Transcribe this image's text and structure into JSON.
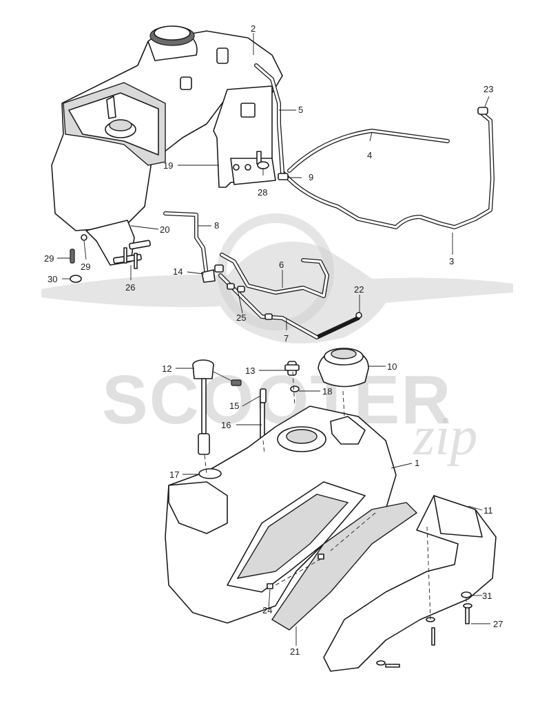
{
  "watermark": {
    "brand": "SCOOTER",
    "script": "zip"
  },
  "callouts": [
    {
      "id": "c1",
      "text": "1"
    },
    {
      "id": "c2",
      "text": "2"
    },
    {
      "id": "c3",
      "text": "3"
    },
    {
      "id": "c4",
      "text": "4"
    },
    {
      "id": "c5",
      "text": "5"
    },
    {
      "id": "c6",
      "text": "6"
    },
    {
      "id": "c7",
      "text": "7"
    },
    {
      "id": "c8",
      "text": "8"
    },
    {
      "id": "c9",
      "text": "9"
    },
    {
      "id": "c10",
      "text": "10"
    },
    {
      "id": "c11",
      "text": "11"
    },
    {
      "id": "c12",
      "text": "12"
    },
    {
      "id": "c13",
      "text": "13"
    },
    {
      "id": "c14",
      "text": "14"
    },
    {
      "id": "c15",
      "text": "15"
    },
    {
      "id": "c16",
      "text": "16"
    },
    {
      "id": "c17",
      "text": "17"
    },
    {
      "id": "c18",
      "text": "18"
    },
    {
      "id": "c19",
      "text": "19"
    },
    {
      "id": "c20",
      "text": "20"
    },
    {
      "id": "c21",
      "text": "21"
    },
    {
      "id": "c22",
      "text": "22"
    },
    {
      "id": "c23",
      "text": "23"
    },
    {
      "id": "c24",
      "text": "24"
    },
    {
      "id": "c25",
      "text": "25"
    },
    {
      "id": "c26",
      "text": "26"
    },
    {
      "id": "c27",
      "text": "27"
    },
    {
      "id": "c28",
      "text": "28"
    },
    {
      "id": "c29a",
      "text": "29"
    },
    {
      "id": "c29b",
      "text": "29"
    },
    {
      "id": "c30",
      "text": "30"
    },
    {
      "id": "c31",
      "text": "31"
    }
  ]
}
